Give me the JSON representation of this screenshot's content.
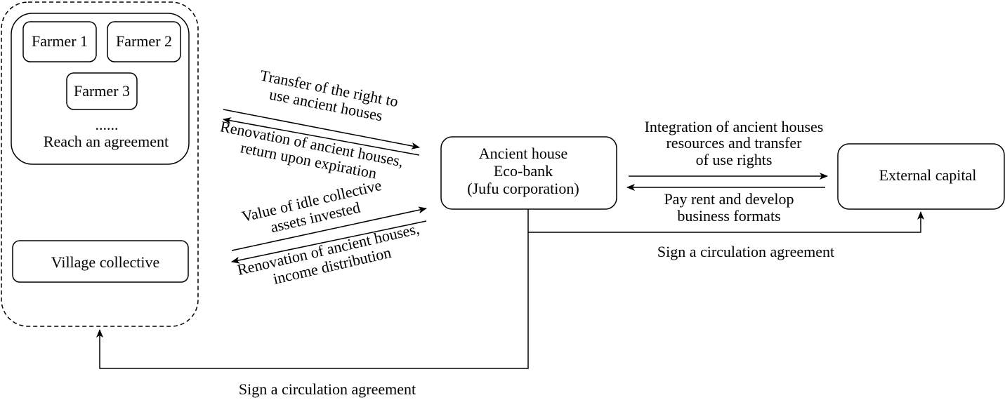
{
  "nodes": {
    "farmer1": "Farmer 1",
    "farmer2": "Farmer 2",
    "farmer3": "Farmer 3",
    "ellipsis": "......",
    "reach_agreement": "Reach an agreement",
    "village_collective": "Village collective",
    "eco_bank": [
      "Ancient house",
      "Eco-bank",
      "(Jufu corporation)"
    ],
    "external_capital": "External capital"
  },
  "edges": {
    "transfer_right": [
      "Transfer of the right to",
      "use ancient houses"
    ],
    "renovation_return": [
      "Renovation of ancient houses,",
      "return upon expiration"
    ],
    "idle_assets": [
      "Value of idle collective",
      "assets invested"
    ],
    "renovation_income": [
      "Renovation of ancient houses,",
      "income distribution"
    ],
    "integration": [
      "Integration of ancient houses",
      "resources and transfer",
      "of use rights"
    ],
    "pay_rent": [
      "Pay rent and develop",
      "business formats"
    ],
    "sign_right": "Sign a circulation agreement",
    "sign_bottom": "Sign a circulation agreement"
  }
}
